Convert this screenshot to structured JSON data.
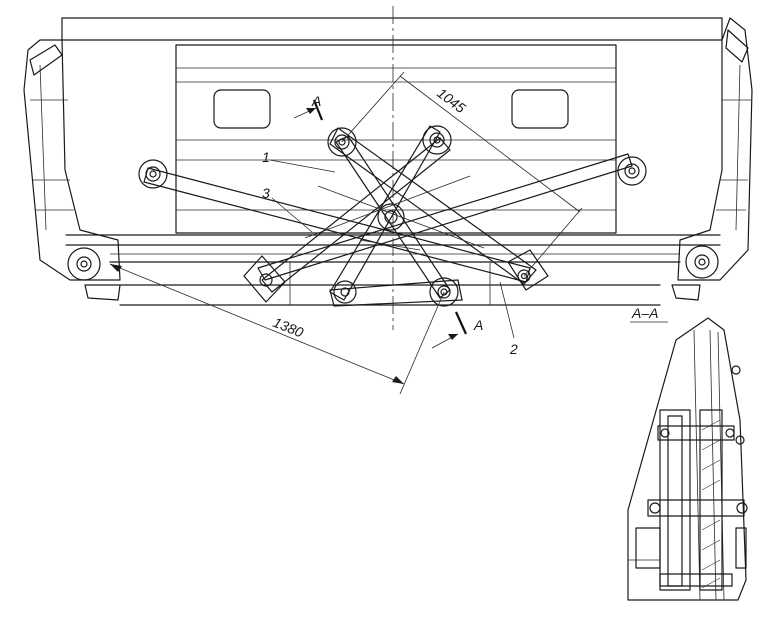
{
  "labels": {
    "part_1": "1",
    "part_2": "2",
    "part_3": "3",
    "section_mark_top": "A",
    "section_mark_bottom": "A",
    "section_title": "A–A",
    "dimension_diagonal": "1045",
    "dimension_span": "1380"
  },
  "colors": {
    "line": "#1a1a1a",
    "background": "#ffffff"
  }
}
